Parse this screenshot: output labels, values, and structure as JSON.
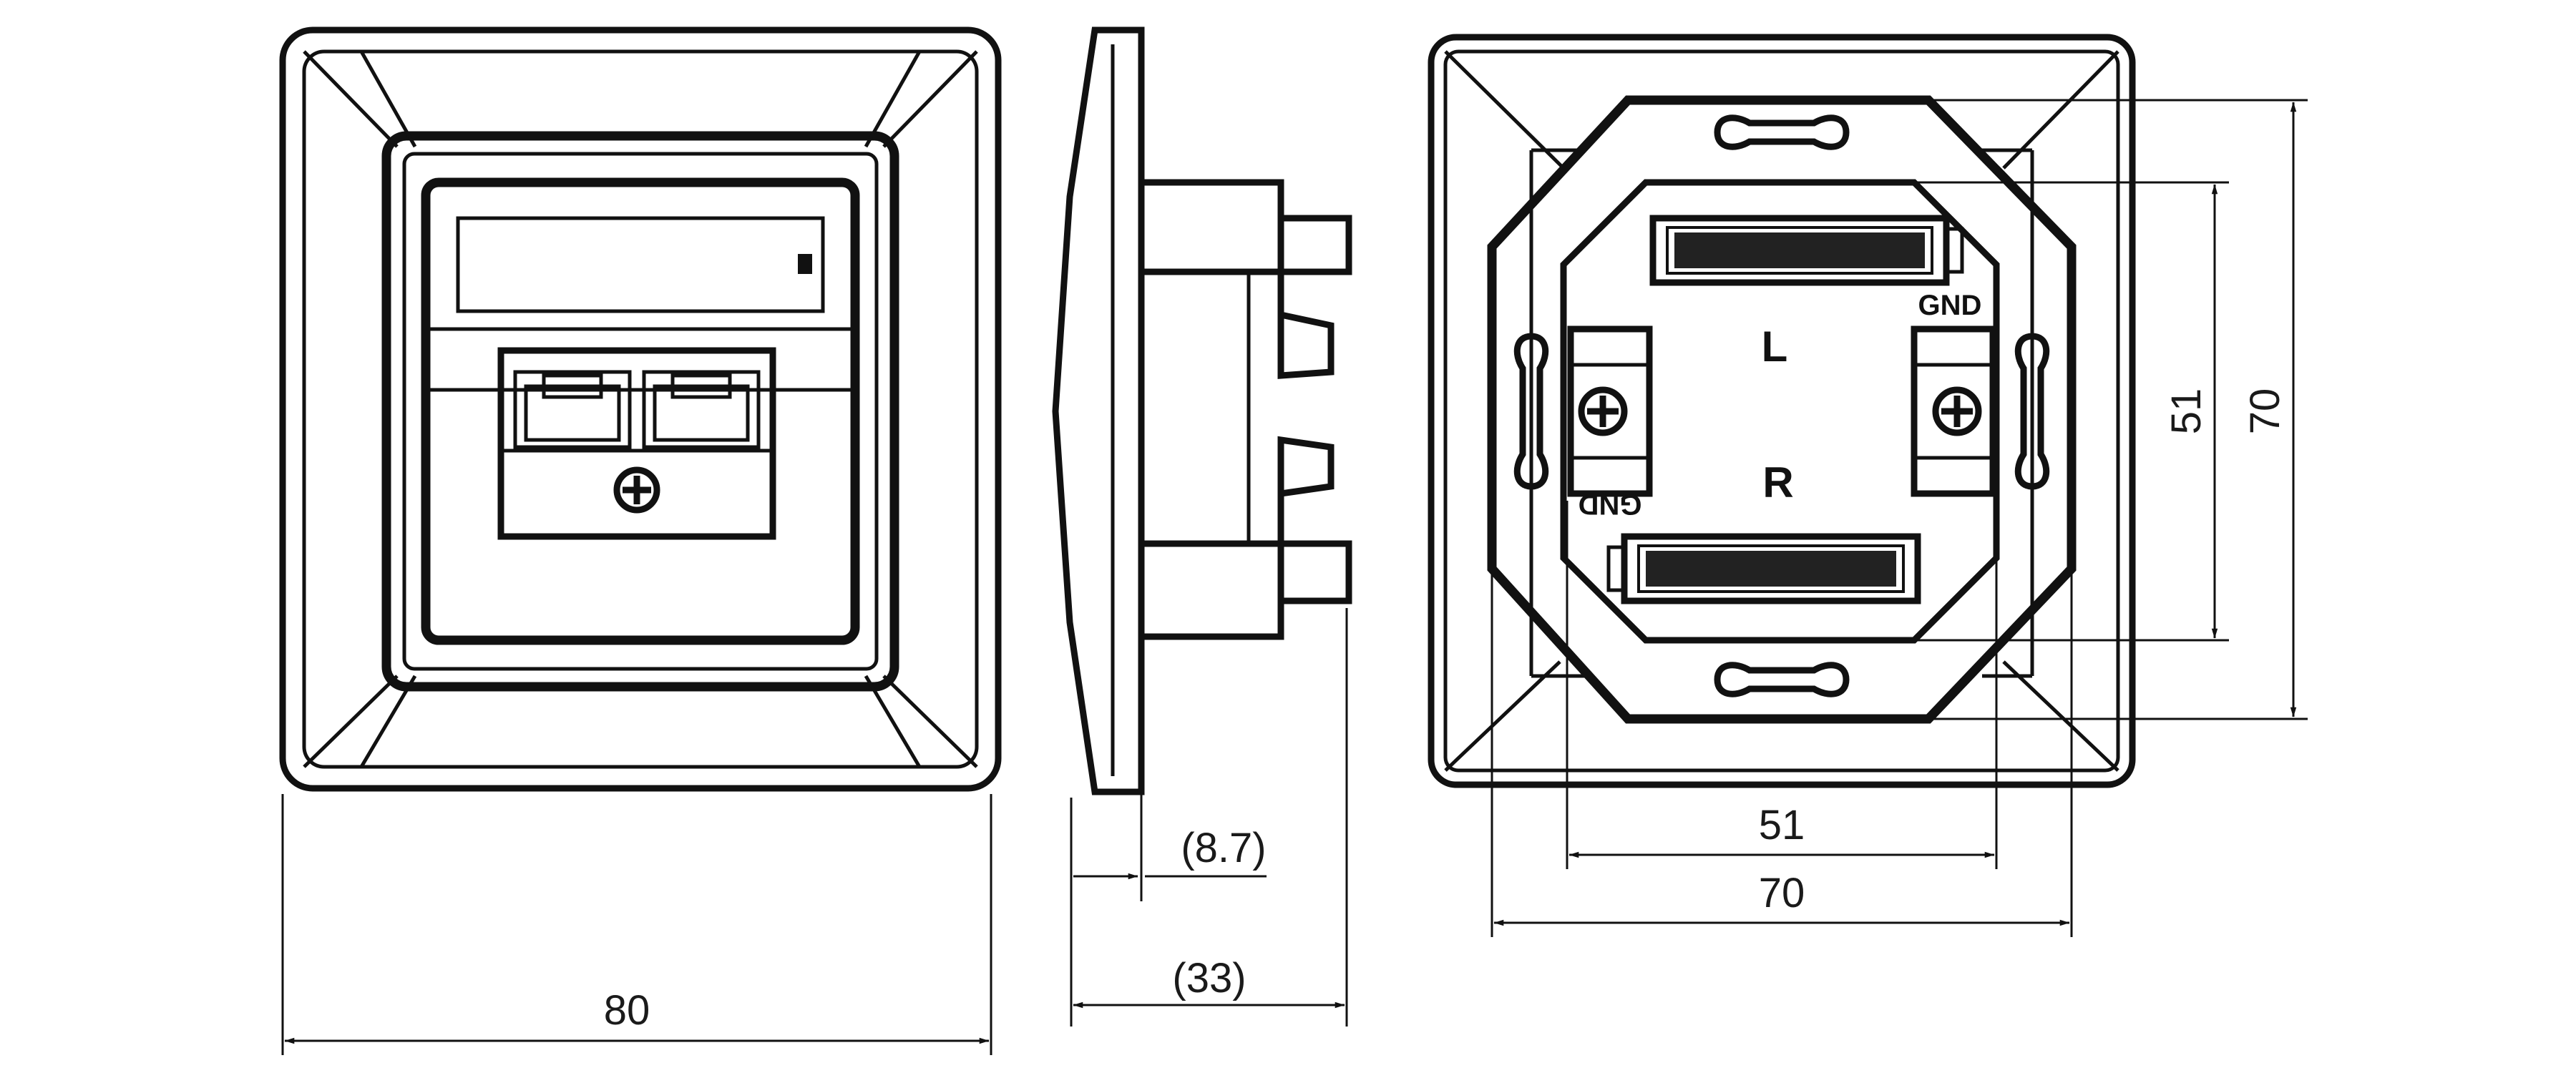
{
  "front_view": {
    "width_dim": "80"
  },
  "side_view": {
    "depth_dim_small": "(8.7)",
    "depth_dim_total": "(33)"
  },
  "rear_view": {
    "label_left_channel": "L",
    "label_right_channel": "R",
    "label_ground_top": "GND",
    "label_ground_bottom": "GND",
    "dim_inner_width": "51",
    "dim_outer_width": "70",
    "dim_inner_height": "51",
    "dim_outer_height": "70"
  },
  "colors": {
    "line": "#111111",
    "background": "#ffffff"
  }
}
